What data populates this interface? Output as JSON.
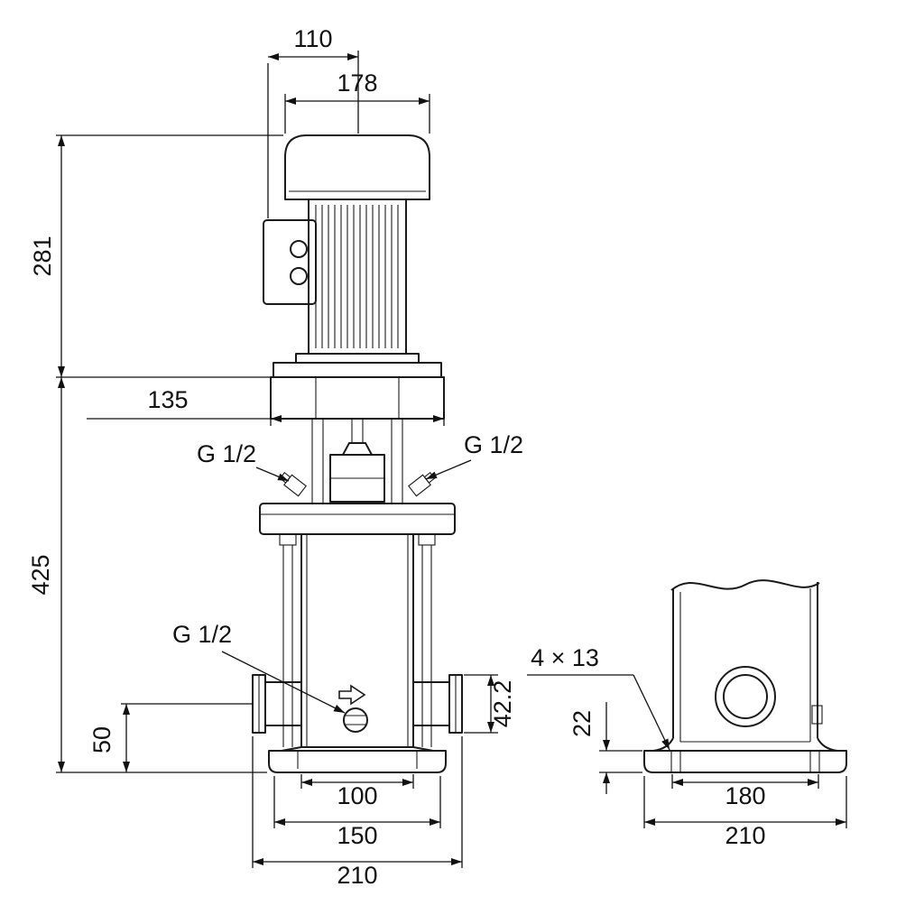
{
  "front": {
    "dim_cap_width": "110",
    "dim_motor_width": "178",
    "dim_motor_height": "281",
    "dim_head_width": "135",
    "dim_total_height": "425",
    "gauge_port_left": "G 1/2",
    "gauge_port_right": "G 1/2",
    "drain_port": "G 1/2",
    "dim_port_height": "50",
    "dim_port_flange": "42.2",
    "dim_inner_span": "100",
    "dim_bolt_span": "150",
    "dim_overall_width": "210"
  },
  "side": {
    "bolt_slots": "4 × 13",
    "dim_base_height": "22",
    "dim_bolt_span": "180",
    "dim_base_width": "210"
  }
}
